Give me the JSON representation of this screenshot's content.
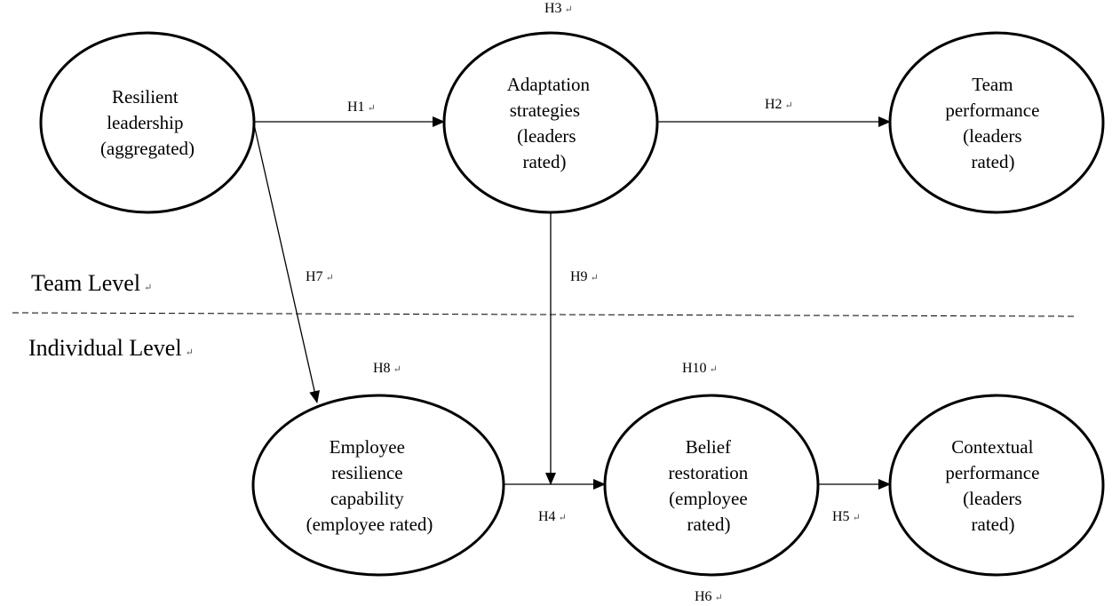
{
  "levels": {
    "team": "Team Level",
    "individual": "Individual Level"
  },
  "nodes": {
    "resilient_leadership": {
      "lines": [
        "Resilient",
        "leadership",
        "(aggregated)"
      ]
    },
    "adaptation_strategies": {
      "lines": [
        "Adaptation",
        "strategies",
        "(leaders",
        "rated)"
      ]
    },
    "team_performance": {
      "lines": [
        "Team",
        "performance",
        "(leaders",
        "rated)"
      ]
    },
    "employee_resilience": {
      "lines": [
        "Employee",
        "resilience",
        "capability",
        "(employee rated)"
      ]
    },
    "belief_restoration": {
      "lines": [
        "Belief",
        "restoration",
        "(employee",
        "rated)"
      ]
    },
    "contextual_performance": {
      "lines": [
        "Contextual",
        "performance",
        "(leaders",
        "rated)"
      ]
    }
  },
  "hypotheses": {
    "h1": "H1",
    "h2": "H2",
    "h3": "H3",
    "h4": "H4",
    "h5": "H5",
    "h6": "H6",
    "h7": "H7",
    "h8": "H8",
    "h9": "H9",
    "h10": "H10"
  },
  "paragraph_mark": "↵",
  "colors": {
    "stroke": "#000000",
    "background": "#ffffff"
  }
}
